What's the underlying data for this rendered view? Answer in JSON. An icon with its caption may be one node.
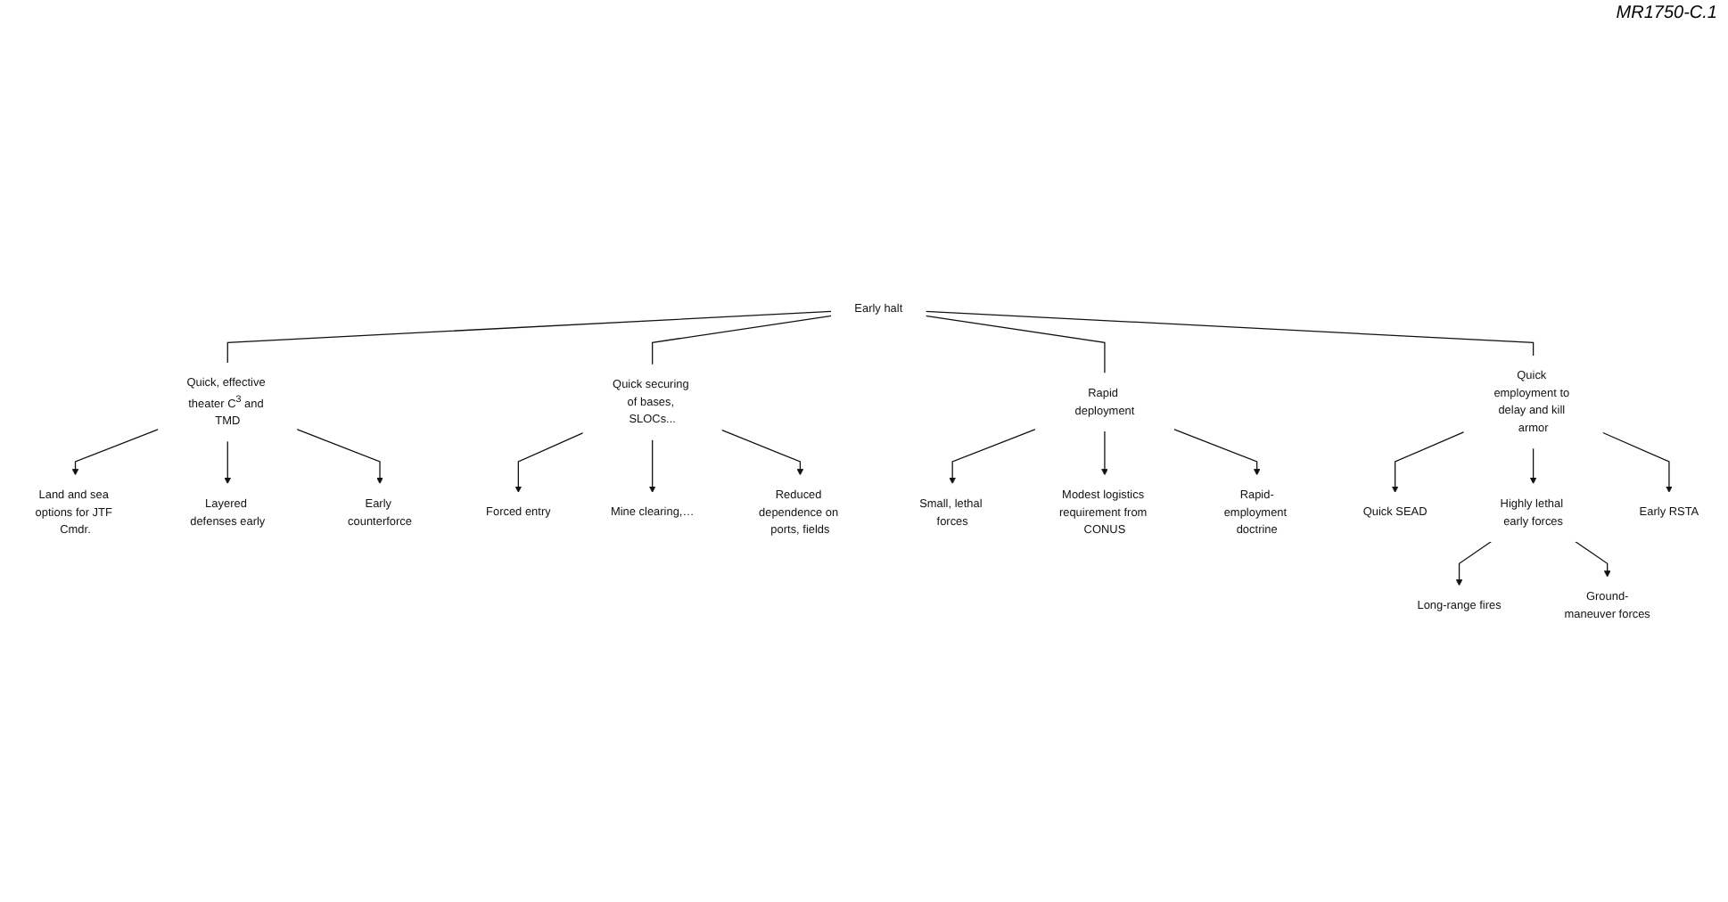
{
  "diagram": {
    "nodes": [
      {
        "text": [
          "Early halt"
        ]
      },
      {
        "text": [
          "Quick, effective theater C$^{3}$ and TMD"
        ]
      },
      {
        "text": [
          "Quick securing of bases, SLOCs..."
        ]
      },
      {
        "text": [
          "Rapid deployment"
        ]
      },
      {
        "text": [
          "Quick employment to delay and kill armor"
        ]
      },
      {
        "text": [
          "Land and sea options for JTF Cmdr."
        ]
      },
      {
        "text": [
          "Layered defenses early"
        ]
      },
      {
        "text": [
          "Early counterforce"
        ]
      },
      {
        "text": [
          "Forced entry"
        ]
      },
      {
        "text": [
          "Mine clearing,…"
        ]
      },
      {
        "text": [
          "Reduced dependence on ports, fields"
        ]
      },
      {
        "text": [
          "Small, lethal forces"
        ]
      },
      {
        "text": [
          "Modest logistics requirement from CONUS"
        ]
      },
      {
        "text": [
          "Rapid-employment doctrine"
        ]
      },
      {
        "text": [
          "Quick SEAD"
        ]
      },
      {
        "text": [
          "Highly lethal early forces"
        ]
      },
      {
        "text": [
          "Early RSTA"
        ]
      },
      {
        "text": [
          "Long-range fires"
        ]
      },
      {
        "text": [
          "Ground-maneuver forces"
        ]
      }
    ],
    "edges": [
      {
        "from": 0,
        "to": 1,
        "arrow": "none"
      },
      {
        "from": 0,
        "to": 2,
        "arrow": "none"
      },
      {
        "from": 0,
        "to": 3,
        "arrow": "none"
      },
      {
        "from": 0,
        "to": 4,
        "arrow": "none"
      },
      {
        "from": 1,
        "to": 5,
        "arrow": "to"
      },
      {
        "from": 1,
        "to": 6,
        "arrow": "to"
      },
      {
        "from": 1,
        "to": 7,
        "arrow": "to"
      },
      {
        "from": 2,
        "to": 8,
        "arrow": "to"
      },
      {
        "from": 2,
        "to": 9,
        "arrow": "to"
      },
      {
        "from": 2,
        "to": 10,
        "arrow": "to"
      },
      {
        "from": 3,
        "to": 11,
        "arrow": "to"
      },
      {
        "from": 3,
        "to": 12,
        "arrow": "to"
      },
      {
        "from": 3,
        "to": 13,
        "arrow": "to"
      },
      {
        "from": 4,
        "to": 14,
        "arrow": "to"
      },
      {
        "from": 4,
        "to": 15,
        "arrow": "to"
      },
      {
        "from": 4,
        "to": 16,
        "arrow": "to"
      },
      {
        "from": 15,
        "to": 17,
        "arrow": "to"
      },
      {
        "from": 15,
        "to": 18,
        "arrow": "to"
      }
    ],
    "labels": [
      "MR1750-C.1"
    ]
  }
}
